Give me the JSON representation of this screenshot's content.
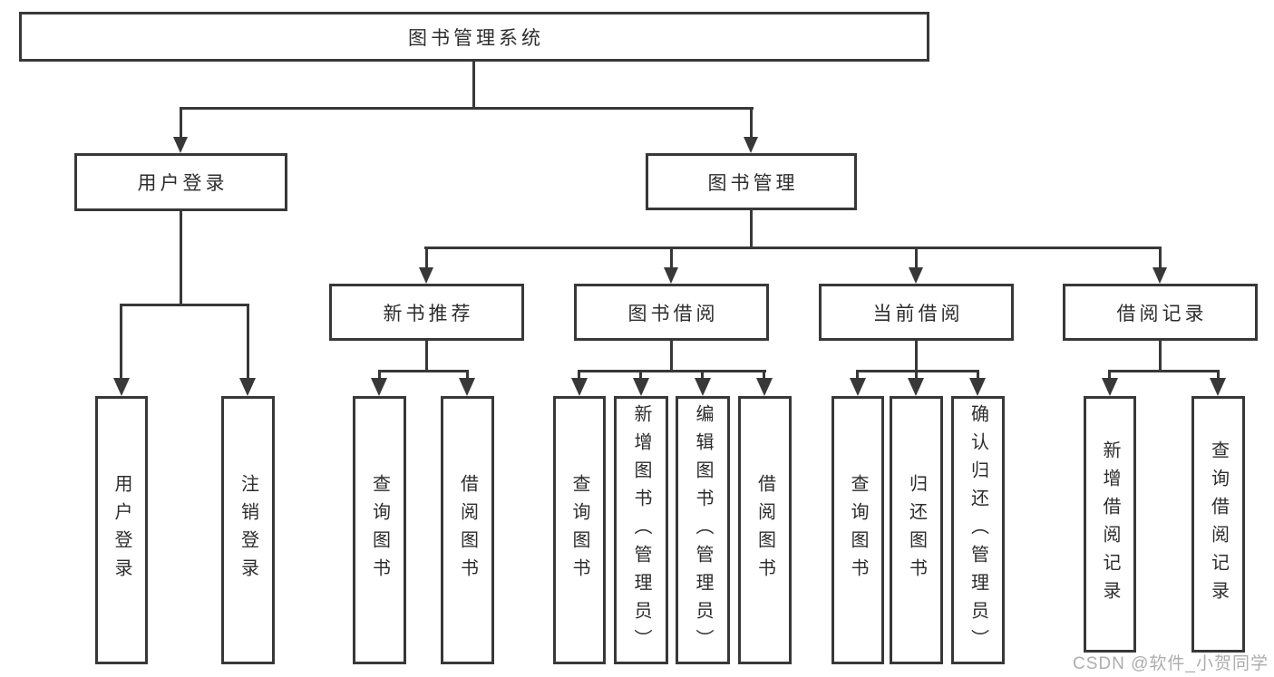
{
  "diagram": {
    "title": "图书管理系统",
    "branches": {
      "user_login": {
        "label": "用户登录",
        "children": [
          {
            "label": "用户登录"
          },
          {
            "label": "注销登录"
          }
        ]
      },
      "book_mgmt": {
        "label": "图书管理",
        "children": [
          {
            "label": "新书推荐",
            "children": [
              {
                "label": "查询图书"
              },
              {
                "label": "借阅图书"
              }
            ]
          },
          {
            "label": "图书借阅",
            "children": [
              {
                "label": "查询图书"
              },
              {
                "label": "新增图书（管理员）"
              },
              {
                "label": "编辑图书（管理员）"
              },
              {
                "label": "借阅图书"
              }
            ]
          },
          {
            "label": "当前借阅",
            "children": [
              {
                "label": "查询图书"
              },
              {
                "label": "归还图书"
              },
              {
                "label": "确认归还（管理员）"
              }
            ]
          },
          {
            "label": "借阅记录",
            "children": [
              {
                "label": "新增借阅记录"
              },
              {
                "label": "查询借阅记录"
              }
            ]
          }
        ]
      }
    },
    "watermark": "CSDN @软件_小贺同学",
    "colors": {
      "line": "#383838",
      "text": "#2d2d2d",
      "watermark": "#adadad",
      "background": "#ffffff"
    }
  }
}
